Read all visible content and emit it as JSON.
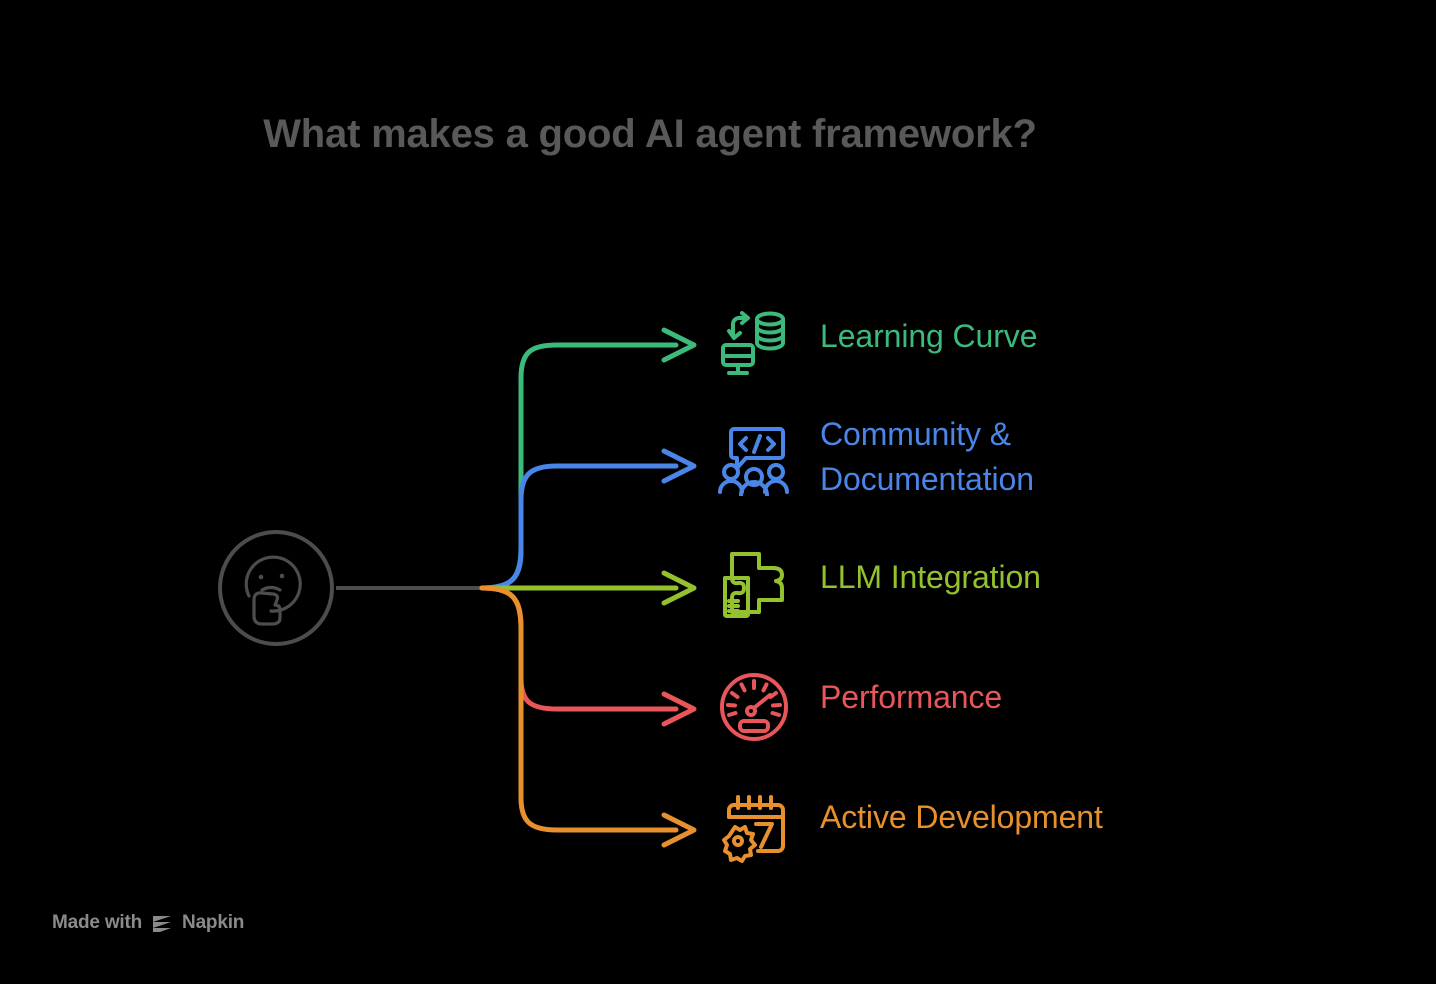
{
  "title": "What makes a good AI agent framework?",
  "center": {
    "icon": "thinking-face-icon",
    "stroke": "#4d4d4d"
  },
  "branches": [
    {
      "label": "Learning Curve",
      "color": "#3cba7c",
      "icon": "database-monitor-sync-icon"
    },
    {
      "label": "Community &\nDocumentation",
      "color": "#4a86e8",
      "icon": "code-bubble-people-icon"
    },
    {
      "label": "LLM Integration",
      "color": "#94c12e",
      "icon": "puzzle-pieces-icon"
    },
    {
      "label": "Performance",
      "color": "#e8565a",
      "icon": "speedometer-icon"
    },
    {
      "label": "Active Development",
      "color": "#e8902e",
      "icon": "calendar-gear-icon"
    }
  ],
  "watermark": {
    "prefix": "Made with",
    "brand": "Napkin",
    "logo": "napkin-logo-icon",
    "color": "#8a8a8a"
  },
  "background": "#000000"
}
